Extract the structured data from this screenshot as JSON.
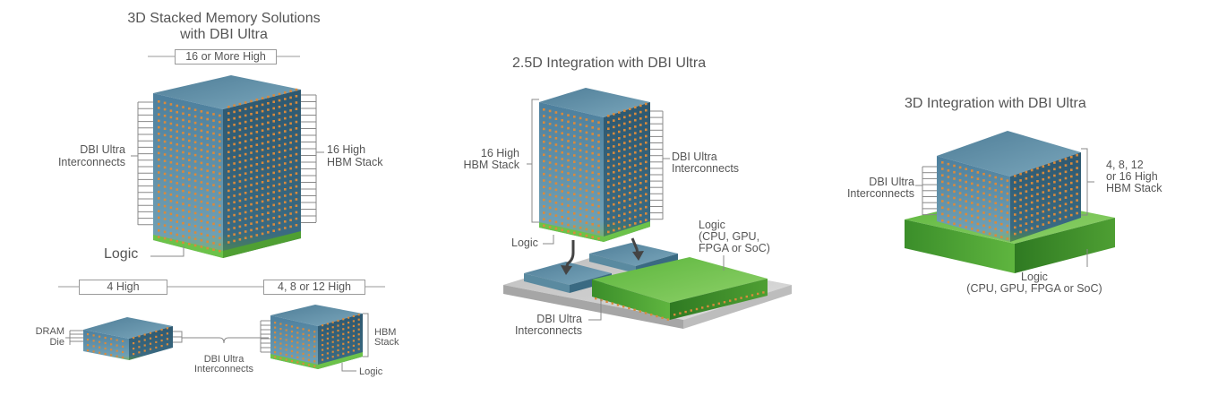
{
  "panel1": {
    "title_line1": "3D Stacked Memory Solutions",
    "title_line2": "with DBI Ultra",
    "height_label": "16 or More High",
    "left_label_line1": "DBI Ultra",
    "left_label_line2": "Interconnects",
    "right_label_line1": "16 High",
    "right_label_line2": "HBM Stack",
    "logic_label": "Logic",
    "bar_left": "4 High",
    "bar_right": "4, 8 or 12 High",
    "dram_line1": "DRAM",
    "dram_line2": "Die",
    "small_interconnect_line1": "DBI Ultra",
    "small_interconnect_line2": "Interconnects",
    "hbm_line1": "HBM",
    "hbm_line2": "Stack",
    "small_logic_label": "Logic"
  },
  "panel2": {
    "title": "2.5D Integration with DBI Ultra",
    "left_label_line1": "16 High",
    "left_label_line2": "HBM Stack",
    "right_label_line1": "DBI Ultra",
    "right_label_line2": "Interconnects",
    "logic_label": "Logic",
    "logic_types_line1": "Logic",
    "logic_types_line2": "(CPU, GPU,",
    "logic_types_line3": "FPGA or SoC)",
    "bottom_label_line1": "DBI Ultra",
    "bottom_label_line2": "Interconnects"
  },
  "panel3": {
    "title": "3D Integration with DBI Ultra",
    "left_label_line1": "DBI Ultra",
    "left_label_line2": "Interconnects",
    "right_label_line1": "4, 8, 12",
    "right_label_line2": "or 16 High",
    "right_label_line3": "HBM Stack",
    "logic_line1": "Logic",
    "logic_line2": "(CPU, GPU, FPGA or SoC)"
  },
  "colors": {
    "die_top": "#5f8ea6",
    "die_front": "#3f6f8c",
    "die_side": "#2f566e",
    "pad": "#d98a3c",
    "logic_green": "#6cc24a",
    "logic_green_dark": "#3f9a2e",
    "interposer": "#c8c8c8",
    "leader": "#888888"
  }
}
